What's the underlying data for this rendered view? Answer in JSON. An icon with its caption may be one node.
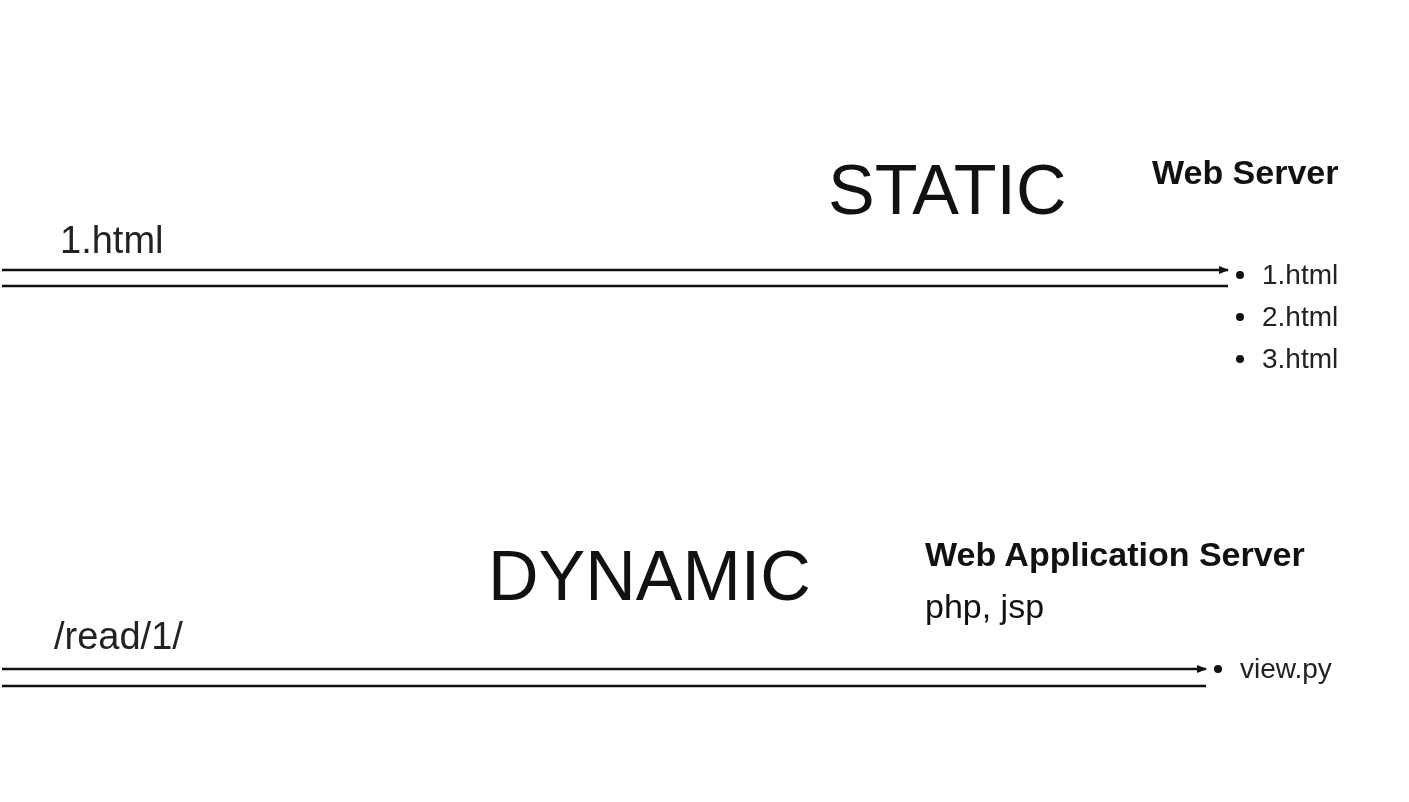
{
  "diagram": {
    "nodes": [
      {
        "text": [
          "1.html",
          "2.html",
          "3.html"
        ]
      },
      {
        "text": [
          "view.py"
        ]
      }
    ],
    "edges": [
      {
        "from": null,
        "to": 0,
        "arrow": "to",
        "label": "1.html"
      },
      {
        "from": 0,
        "to": null,
        "arrow": "none"
      },
      {
        "from": null,
        "to": 1,
        "arrow": "to",
        "label": "/read/1/"
      },
      {
        "from": 1,
        "to": null,
        "arrow": "none"
      }
    ],
    "labels": [
      "STATIC",
      "Web Server",
      "DYNAMIC",
      "Web Application Server",
      "php, jsp"
    ]
  }
}
